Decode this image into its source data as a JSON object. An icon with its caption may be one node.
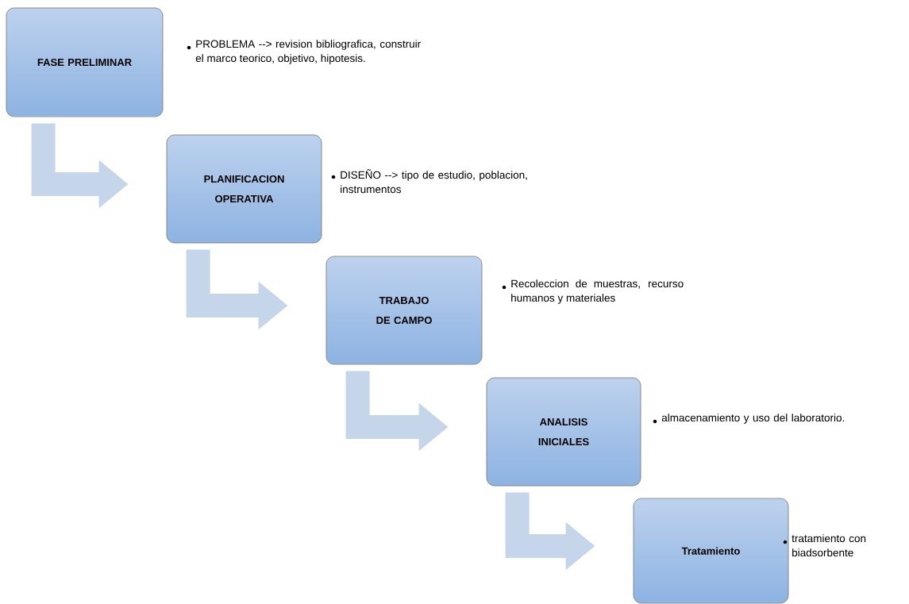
{
  "diagram": {
    "nodes": [
      {
        "text": [
          "FASE PRELIMINAR"
        ],
        "beside": [
          "PROBLEMA --> revision bibliografica, construir el marco teorico, objetivo, hipotesis."
        ]
      },
      {
        "text": [
          "PLANIFICACION OPERATIVA"
        ],
        "beside": [
          "DISEÑO --> tipo de estudio, poblacion, instrumentos"
        ]
      },
      {
        "text": [
          "TRABAJO DE CAMPO"
        ],
        "beside": [
          "Recoleccion de muestras, recurso humanos y materiales"
        ]
      },
      {
        "text": [
          "ANALISIS INICIALES"
        ],
        "beside": [
          "almacenamiento y uso del laboratorio."
        ]
      },
      {
        "text": [
          "Tratamiento"
        ],
        "beside": [
          "tratamiento con biadsorbente"
        ]
      }
    ],
    "edges": [
      {
        "from": 0,
        "to": 1,
        "arrow": "to"
      },
      {
        "from": 1,
        "to": 2,
        "arrow": "to"
      },
      {
        "from": 2,
        "to": 3,
        "arrow": "to"
      },
      {
        "from": 3,
        "to": 4,
        "arrow": "to"
      }
    ]
  }
}
